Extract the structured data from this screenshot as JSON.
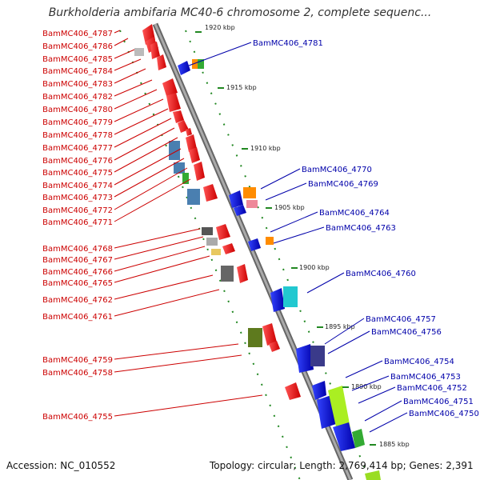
{
  "title": "Burkholderia ambifaria MC40-6 chromosome 2, complete sequenc...",
  "accession_text": "Accession: NC_010552",
  "topology_text": "Topology: circular; Length: 2,769,414 bp; Genes: 2,391",
  "colors": {
    "forward_label": "#cc0000",
    "reverse_label": "#0000aa",
    "backbone": "#888888",
    "tick": "#228822"
  },
  "kbp_ticks": [
    "1920 kbp",
    "1915 kbp",
    "1910 kbp",
    "1905 kbp",
    "1900 kbp",
    "1895 kbp",
    "1890 kbp",
    "1885 kbp"
  ],
  "left_genes": [
    "BamMC406_4787",
    "BamMC406_4786",
    "BamMC406_4785",
    "BamMC406_4784",
    "BamMC406_4783",
    "BamMC406_4782",
    "BamMC406_4780",
    "BamMC406_4779",
    "BamMC406_4778",
    "BamMC406_4777",
    "BamMC406_4776",
    "BamMC406_4775",
    "BamMC406_4774",
    "BamMC406_4773",
    "BamMC406_4772",
    "BamMC406_4771",
    "BamMC406_4768",
    "BamMC406_4767",
    "BamMC406_4766",
    "BamMC406_4765",
    "BamMC406_4762",
    "BamMC406_4761",
    "BamMC406_4759",
    "BamMC406_4758",
    "BamMC406_4755"
  ],
  "right_genes": [
    "BamMC406_4781",
    "BamMC406_4770",
    "BamMC406_4769",
    "BamMC406_4764",
    "BamMC406_4763",
    "BamMC406_4760",
    "BamMC406_4757",
    "BamMC406_4756",
    "BamMC406_4754",
    "BamMC406_4753",
    "BamMC406_4752",
    "BamMC406_4751",
    "BamMC406_4750"
  ]
}
